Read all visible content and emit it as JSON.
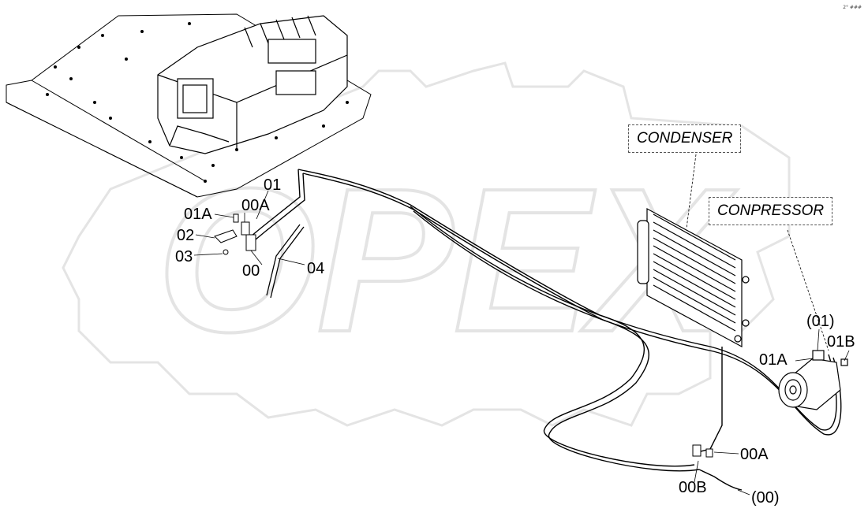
{
  "watermark": {
    "text": "OPEX",
    "color": "#e6e6e6"
  },
  "boxes": {
    "condenser": "CONDENSER",
    "compressor": "CONPRESSOR"
  },
  "labels": {
    "l01": "01",
    "l01A_left": "01A",
    "l00A_left": "00A",
    "l02": "02",
    "l03": "03",
    "l00": "00",
    "l04": "04",
    "l01_paren": "(01)",
    "l01A_right": "01A",
    "l01B": "01B",
    "l00A_right": "00A",
    "l00B": "00B",
    "l00_paren": "(00)"
  },
  "corner_code": "2° ###"
}
